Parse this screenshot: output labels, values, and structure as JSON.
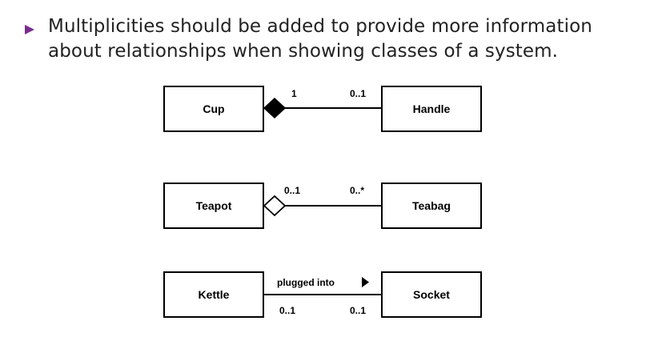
{
  "bullet": {
    "line1": "Multiplicities should be added to provide more information",
    "line2": "about relationships when showing classes of a system.",
    "marker_color": "#7a2c8e",
    "marker_icon": "triangle-right-icon"
  },
  "relationships": [
    {
      "kind": "composition",
      "left_class": "Cup",
      "right_class": "Handle",
      "left_multiplicity": "1",
      "right_multiplicity": "0..1"
    },
    {
      "kind": "aggregation",
      "left_class": "Teapot",
      "right_class": "Teabag",
      "left_multiplicity": "0..1",
      "right_multiplicity": "0..*"
    },
    {
      "kind": "association",
      "left_class": "Kettle",
      "right_class": "Socket",
      "label": "plugged into",
      "left_multiplicity": "0..1",
      "right_multiplicity": "0..1"
    }
  ]
}
